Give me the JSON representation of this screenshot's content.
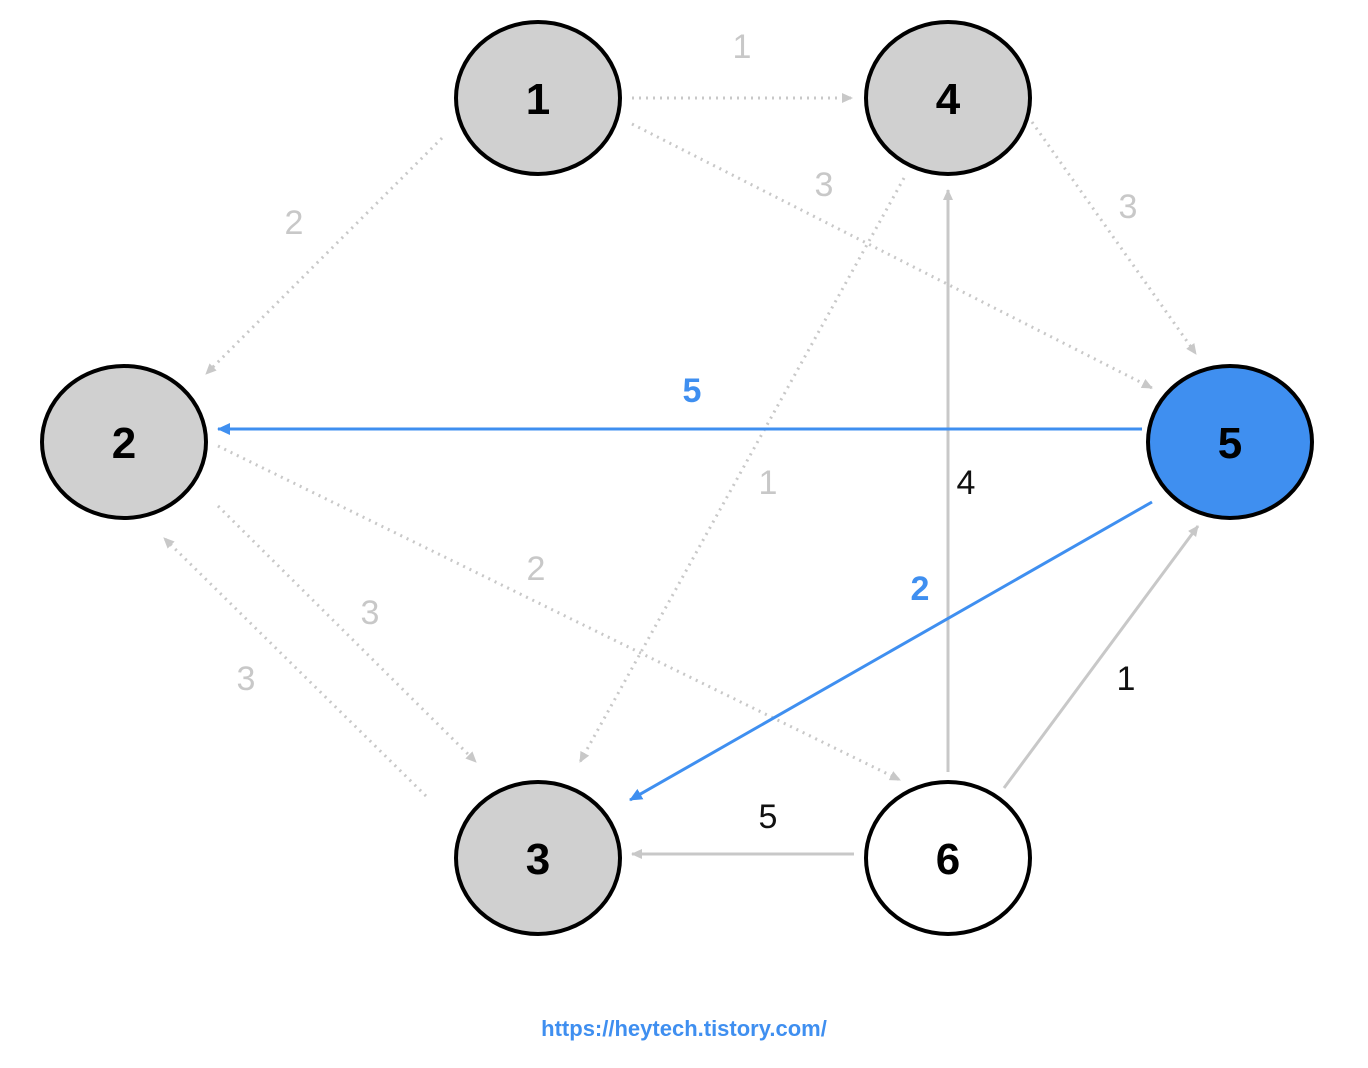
{
  "colors": {
    "visited": "#d0d0d0",
    "current": "#3f8ff0",
    "unvisited": "#ffffff",
    "faded_edge": "#c8c8c8",
    "active_edge": "#3f8ff0",
    "dark_label": "#111111"
  },
  "nodes": [
    {
      "id": "1",
      "label": "1",
      "state": "visited"
    },
    {
      "id": "2",
      "label": "2",
      "state": "visited"
    },
    {
      "id": "3",
      "label": "3",
      "state": "visited"
    },
    {
      "id": "4",
      "label": "4",
      "state": "visited"
    },
    {
      "id": "5",
      "label": "5",
      "state": "current"
    },
    {
      "id": "6",
      "label": "6",
      "state": "unvisited"
    }
  ],
  "edges": [
    {
      "from": "1",
      "to": "4",
      "weight": "1",
      "style": "faded-dotted"
    },
    {
      "from": "1",
      "to": "2",
      "weight": "2",
      "style": "faded-dotted"
    },
    {
      "from": "1",
      "to": "5",
      "weight": "3",
      "style": "faded-dotted"
    },
    {
      "from": "4",
      "to": "5",
      "weight": "3",
      "style": "faded-dotted"
    },
    {
      "from": "4",
      "to": "3",
      "weight": "1",
      "style": "faded-dotted"
    },
    {
      "from": "2",
      "to": "3",
      "weight": "3",
      "style": "faded-dotted"
    },
    {
      "from": "3",
      "to": "2",
      "weight": "3",
      "style": "faded-dotted"
    },
    {
      "from": "2",
      "to": "6",
      "weight": "2",
      "style": "faded-dotted"
    },
    {
      "from": "5",
      "to": "2",
      "weight": "5",
      "style": "active"
    },
    {
      "from": "5",
      "to": "3",
      "weight": "2",
      "style": "active"
    },
    {
      "from": "6",
      "to": "4",
      "weight": "4",
      "style": "solid-gray"
    },
    {
      "from": "6",
      "to": "5",
      "weight": "1",
      "style": "solid-gray"
    },
    {
      "from": "6",
      "to": "3",
      "weight": "5",
      "style": "solid-gray"
    }
  ],
  "watermark": "https://heytech.tistory.com/"
}
